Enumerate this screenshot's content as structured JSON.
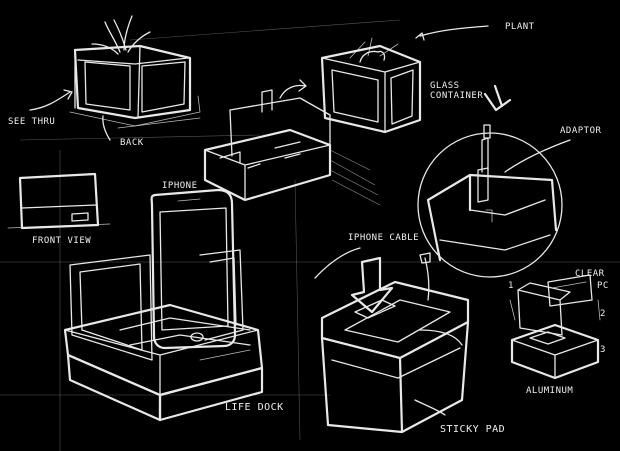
{
  "labels": {
    "plant": "PLANT",
    "glass_container_1": "GLASS",
    "glass_container_2": "CONTAINER",
    "see_thru": "SEE THRU",
    "back": "BACK",
    "adaptor": "ADAPTOR",
    "front_view": "FRONT VIEW",
    "iphone": "IPHONE",
    "iphone_cable": "IPHONE CABLE",
    "life_dock": "LIFE DOCK",
    "sticky_pad": "STICKY PAD",
    "clear_1": "CLEAR",
    "clear_2": "PC",
    "aluminum": "ALUMINUM",
    "part_1": "1",
    "part_2": "2",
    "part_3": "3"
  }
}
